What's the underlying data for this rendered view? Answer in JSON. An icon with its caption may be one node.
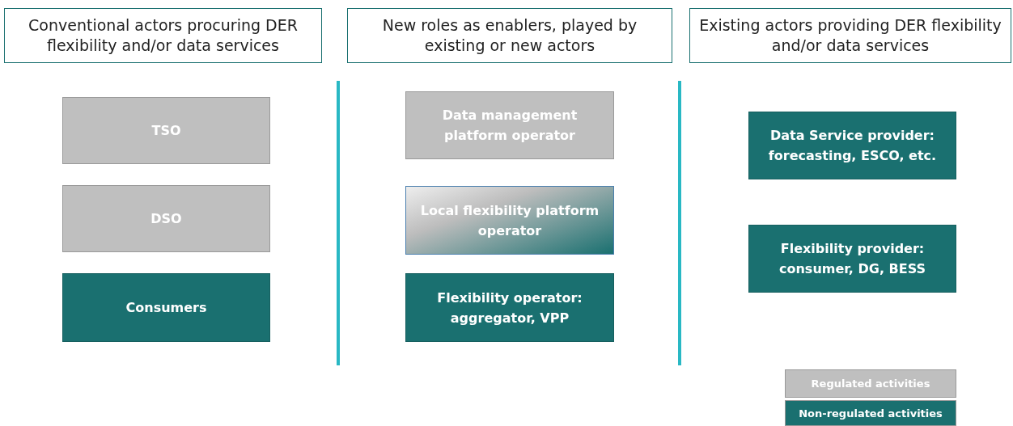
{
  "diagram": {
    "nodes": [
      {
        "text": [
          "Conventional actors procuring DER flexibility and/or data services"
        ]
      },
      {
        "text": [
          "New roles as enablers, played by existing or new actors"
        ]
      },
      {
        "text": [
          "Existing actors providing DER flexibility and/or data services"
        ]
      },
      {
        "text": [
          "TSO"
        ]
      },
      {
        "text": [
          "DSO"
        ]
      },
      {
        "text": [
          "Consumers"
        ]
      },
      {
        "text": [
          "Data management platform operator"
        ]
      },
      {
        "text": [
          "Local flexibility platform operator"
        ]
      },
      {
        "text": [
          "Flexibility operator: aggregator, VPP"
        ]
      },
      {
        "text": [
          "Data Service provider: forecasting, ESCO, etc."
        ]
      },
      {
        "text": [
          "Flexibility provider: consumer, DG, BESS"
        ]
      }
    ],
    "edges": [],
    "legend": [
      {
        "text": "Regulated activities",
        "color": "#bfbfbf"
      },
      {
        "text": "Non-regulated activities",
        "color": "#1a7070"
      }
    ]
  }
}
